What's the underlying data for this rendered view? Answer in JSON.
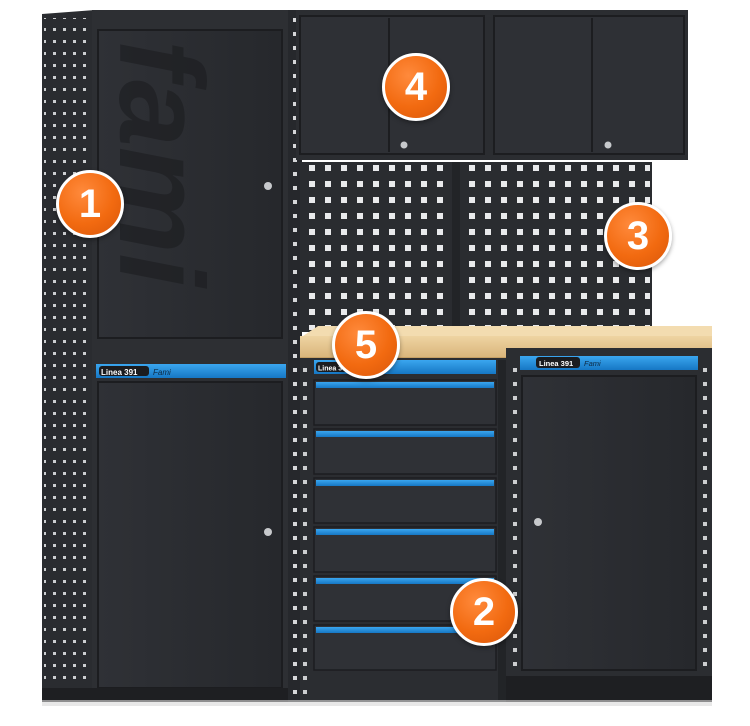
{
  "product": {
    "series_label": "Linea 391",
    "brand_script": "Fami",
    "side_logo": "fami"
  },
  "callouts": [
    {
      "number": "1",
      "part": "tall-cabinet"
    },
    {
      "number": "2",
      "part": "drawer-unit"
    },
    {
      "number": "3",
      "part": "perforated-panel"
    },
    {
      "number": "4",
      "part": "wall-cabinets"
    },
    {
      "number": "5",
      "part": "wooden-worktop"
    }
  ],
  "drawer_count": 6,
  "colors": {
    "body": "#2b2d31",
    "body_dark": "#202226",
    "accent": "#1d8fe0",
    "wood": "#e6c48e",
    "badge": "#f26a10"
  }
}
